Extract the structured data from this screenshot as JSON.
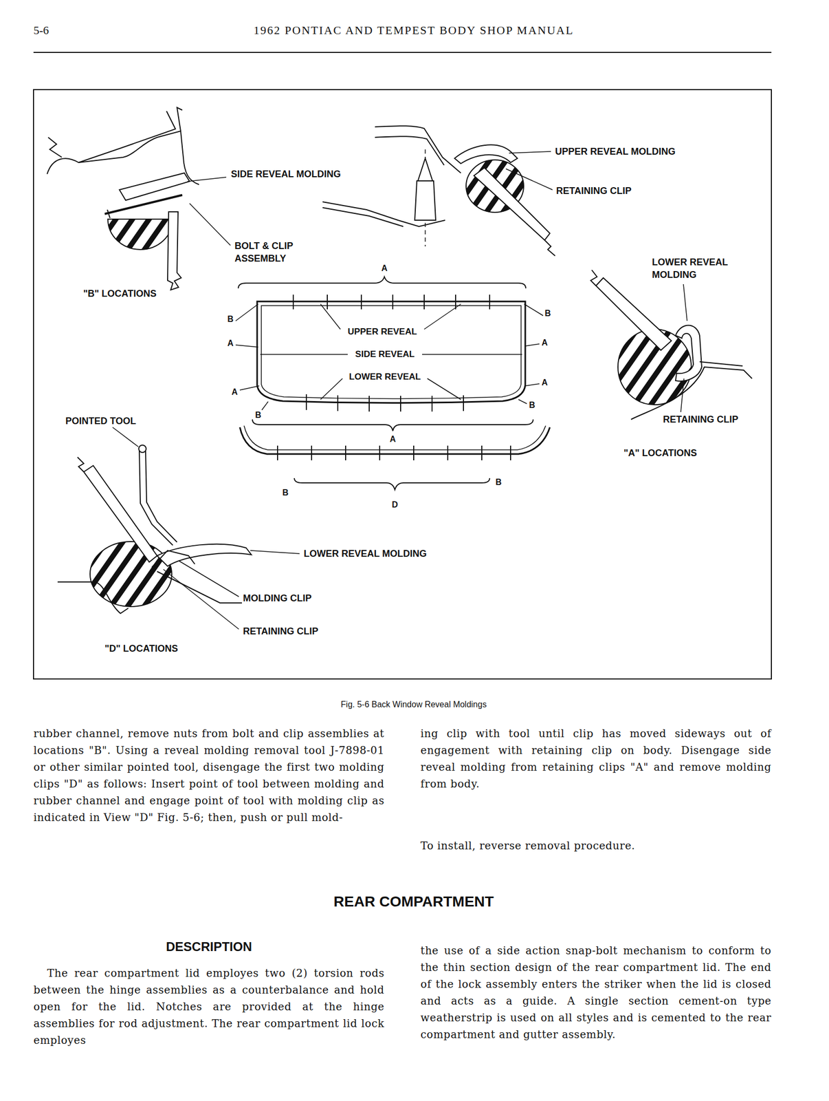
{
  "diagram": {
    "title": "1962 PONTIAC AND TEMPEST BODY SHOP MANUAL",
    "caption": "Fig. 5-6 Back Window Reveal Moldings",
    "labels": [
      "5-6",
      "SIDE REVEAL MOLDING",
      "BOLT & CLIP ASSEMBLY",
      "\"B\" LOCATIONS",
      "UPPER REVEAL MOLDING",
      "RETAINING CLIP",
      "A",
      "LOWER REVEAL MOLDING",
      "B",
      "UPPER REVEAL",
      "B",
      "A",
      "SIDE REVEAL",
      "A",
      "A",
      "LOWER REVEAL",
      "A",
      "B",
      "B",
      "POINTED TOOL",
      "RETAINING CLIP",
      "A",
      "\"A\" LOCATIONS",
      "B",
      "B",
      "D",
      "LOWER REVEAL MOLDING",
      "MOLDING CLIP",
      "RETAINING CLIP",
      "\"D\" LOCATIONS",
      "rubber channel, remove nuts from bolt and clip assemblies at locations \"B\". Using a reveal molding removal tool J-7898-01 or other similar pointed tool, disengage the first two molding clips \"D\" as follows: Insert point of tool between molding and rubber channel and engage point of tool with molding clip as indicated in View \"D\" Fig. 5-6; then, push or pull mold-",
      "ing clip with tool until clip has moved sideways out of engagement with retaining clip on body. Disengage side reveal molding from retaining clips \"A\" and remove molding from body.",
      "To install, reverse removal procedure.",
      "REAR COMPARTMENT",
      "DESCRIPTION",
      "The rear compartment lid employes two (2) torsion rods between the hinge assemblies as a counterbalance and hold open for the lid. Notches are provided at the hinge assemblies for rod adjustment. The rear compartment lid lock employes",
      "the use of a side action snap-bolt mechanism to conform to the thin section design of the rear compartment lid. The end of the lock assembly enters the striker when the lid is closed and acts as a guide. A single section cement-on type weatherstrip is used on all styles and is cemented to the rear compartment and gutter assembly."
    ]
  }
}
